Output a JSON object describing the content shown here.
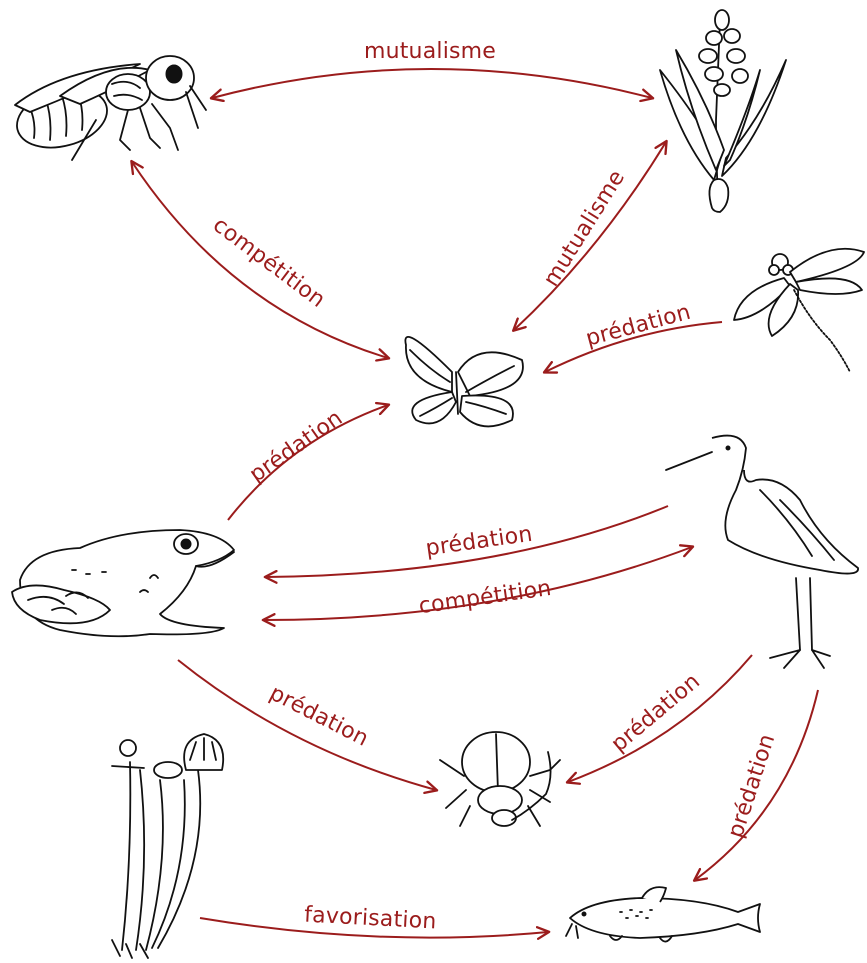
{
  "colors": {
    "arrow": "#9b1c1c",
    "ink": "#111111",
    "background": "#ffffff"
  },
  "organisms": [
    {
      "id": "bee",
      "icon": "bee-icon"
    },
    {
      "id": "orchid",
      "icon": "orchid-icon"
    },
    {
      "id": "butterfly",
      "icon": "butterfly-icon"
    },
    {
      "id": "dragonfly",
      "icon": "dragonfly-icon"
    },
    {
      "id": "frog",
      "icon": "frog-icon"
    },
    {
      "id": "heron",
      "icon": "heron-icon"
    },
    {
      "id": "water-beetle",
      "icon": "water-beetle-icon"
    },
    {
      "id": "water-lily",
      "icon": "water-lily-icon"
    },
    {
      "id": "fish",
      "icon": "fish-icon"
    }
  ],
  "relations": [
    {
      "from": "bee",
      "to": "orchid",
      "label": "mutualisme",
      "bidirectional": true
    },
    {
      "from": "orchid",
      "to": "butterfly",
      "label": "mutualisme",
      "bidirectional": true
    },
    {
      "from": "bee",
      "to": "butterfly",
      "label": "compétition",
      "bidirectional": true
    },
    {
      "from": "dragonfly",
      "to": "butterfly",
      "label": "prédation",
      "bidirectional": false
    },
    {
      "from": "frog",
      "to": "butterfly",
      "label": "prédation",
      "bidirectional": false
    },
    {
      "from": "heron",
      "to": "frog",
      "label": "prédation",
      "bidirectional": false
    },
    {
      "from": "frog",
      "to": "heron",
      "label": "compétition",
      "bidirectional": true
    },
    {
      "from": "frog",
      "to": "water-beetle",
      "label": "prédation",
      "bidirectional": false
    },
    {
      "from": "heron",
      "to": "water-beetle",
      "label": "prédation",
      "bidirectional": false
    },
    {
      "from": "heron",
      "to": "fish",
      "label": "prédation",
      "bidirectional": false
    },
    {
      "from": "water-lily",
      "to": "fish",
      "label": "favorisation",
      "bidirectional": false
    }
  ]
}
